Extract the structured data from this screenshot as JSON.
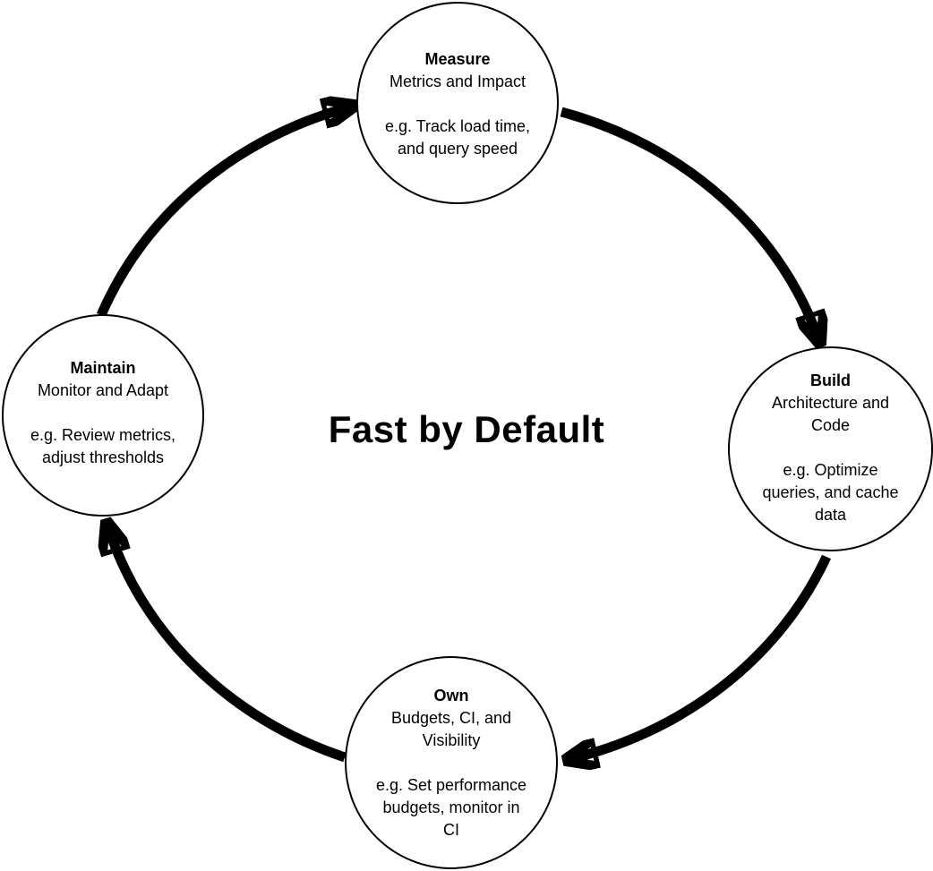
{
  "center_title": "Fast by Default",
  "nodes": [
    {
      "id": "measure",
      "title": "Measure",
      "subtitle_lines": [
        "Metrics and Impact"
      ],
      "example_lines": [
        "e.g. Track load time,",
        "and query speed"
      ]
    },
    {
      "id": "build",
      "title": "Build",
      "subtitle_lines": [
        "Architecture and",
        "Code"
      ],
      "example_lines": [
        "e.g. Optimize",
        "queries, and cache",
        "data"
      ]
    },
    {
      "id": "own",
      "title": "Own",
      "subtitle_lines": [
        "Budgets, CI, and",
        "Visibility"
      ],
      "example_lines": [
        "e.g. Set performance",
        "budgets, monitor in",
        "CI"
      ]
    },
    {
      "id": "maintain",
      "title": "Maintain",
      "subtitle_lines": [
        "Monitor and Adapt"
      ],
      "example_lines": [
        "e.g. Review metrics,",
        "adjust thresholds"
      ]
    }
  ],
  "cycle": {
    "direction": "clockwise",
    "connections": [
      "Measure to Build",
      "Build to Own",
      "Own to Maintain",
      "Maintain to Measure"
    ]
  },
  "colors": {
    "background": "#ffffff",
    "line": "#000000",
    "text": "#000000",
    "node_fill": "#ffffff"
  }
}
